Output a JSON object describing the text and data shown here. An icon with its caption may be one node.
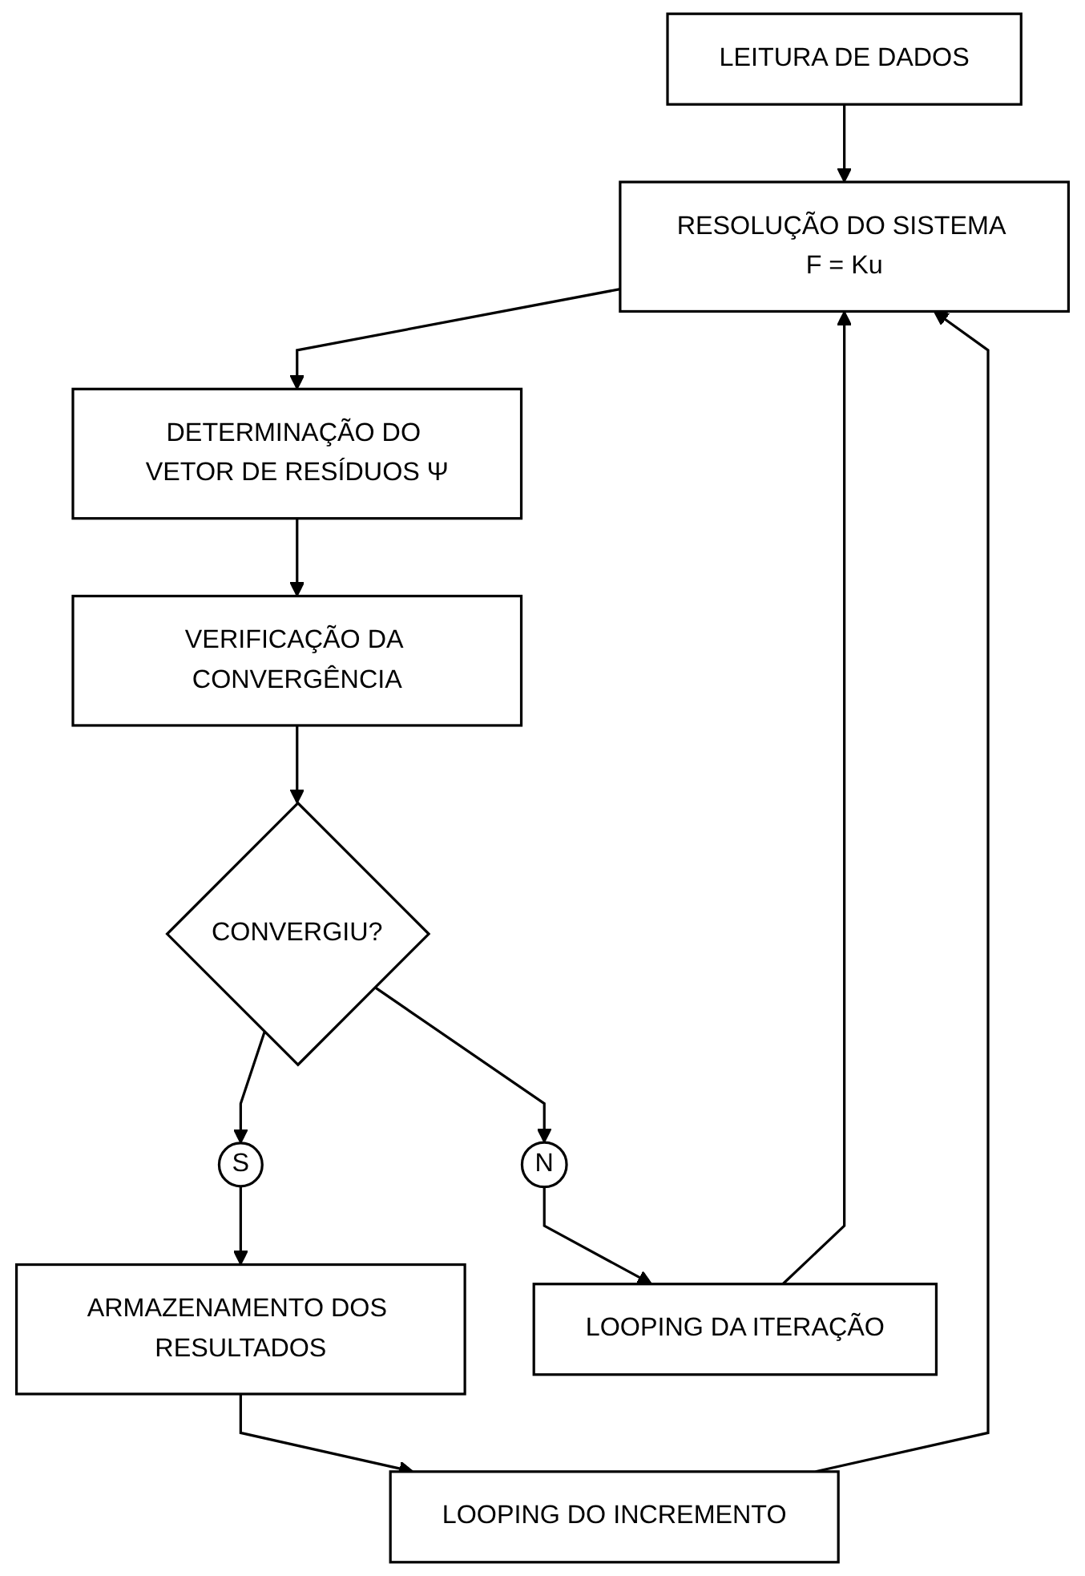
{
  "diagram": {
    "nodes": [
      {
        "text": [
          "LEITURA DE DADOS"
        ]
      },
      {
        "text": [
          "RESOLUÇÃO DO SISTEMA F = Ku"
        ]
      },
      {
        "text": [
          "DETERMINAÇÃO DO VETOR DE RESÍDUOS Ψ"
        ]
      },
      {
        "text": [
          "VERIFICAÇÃO DA CONVERGÊNCIA"
        ]
      },
      {
        "text": [
          "CONVERGIU?"
        ]
      },
      {
        "text": [
          "N"
        ]
      },
      {
        "text": [
          "S"
        ]
      },
      {
        "text": [
          "ARMAZENAMENTO DOS RESULTADOS"
        ]
      },
      {
        "text": [
          "LOOPING DA ITERAÇÃO"
        ]
      },
      {
        "text": [
          "LOOPING DO INCREMENTO"
        ]
      }
    ],
    "edges": [
      {
        "from": 0,
        "to": 1,
        "arrow": "to"
      },
      {
        "from": 8,
        "to": 1,
        "arrow": "to"
      },
      {
        "from": 9,
        "to": 1,
        "arrow": "to"
      },
      {
        "from": 1,
        "to": 2,
        "arrow": "to"
      },
      {
        "from": 2,
        "to": 3,
        "arrow": "to"
      },
      {
        "from": 3,
        "to": 4,
        "arrow": "to"
      },
      {
        "from": 4,
        "to": 5,
        "arrow": "to"
      },
      {
        "from": 5,
        "to": 8,
        "arrow": "to"
      },
      {
        "from": 4,
        "to": 6,
        "arrow": "to"
      },
      {
        "from": 6,
        "to": 7,
        "arrow": "to"
      },
      {
        "from": 7,
        "to": 9,
        "arrow": "to"
      }
    ]
  }
}
